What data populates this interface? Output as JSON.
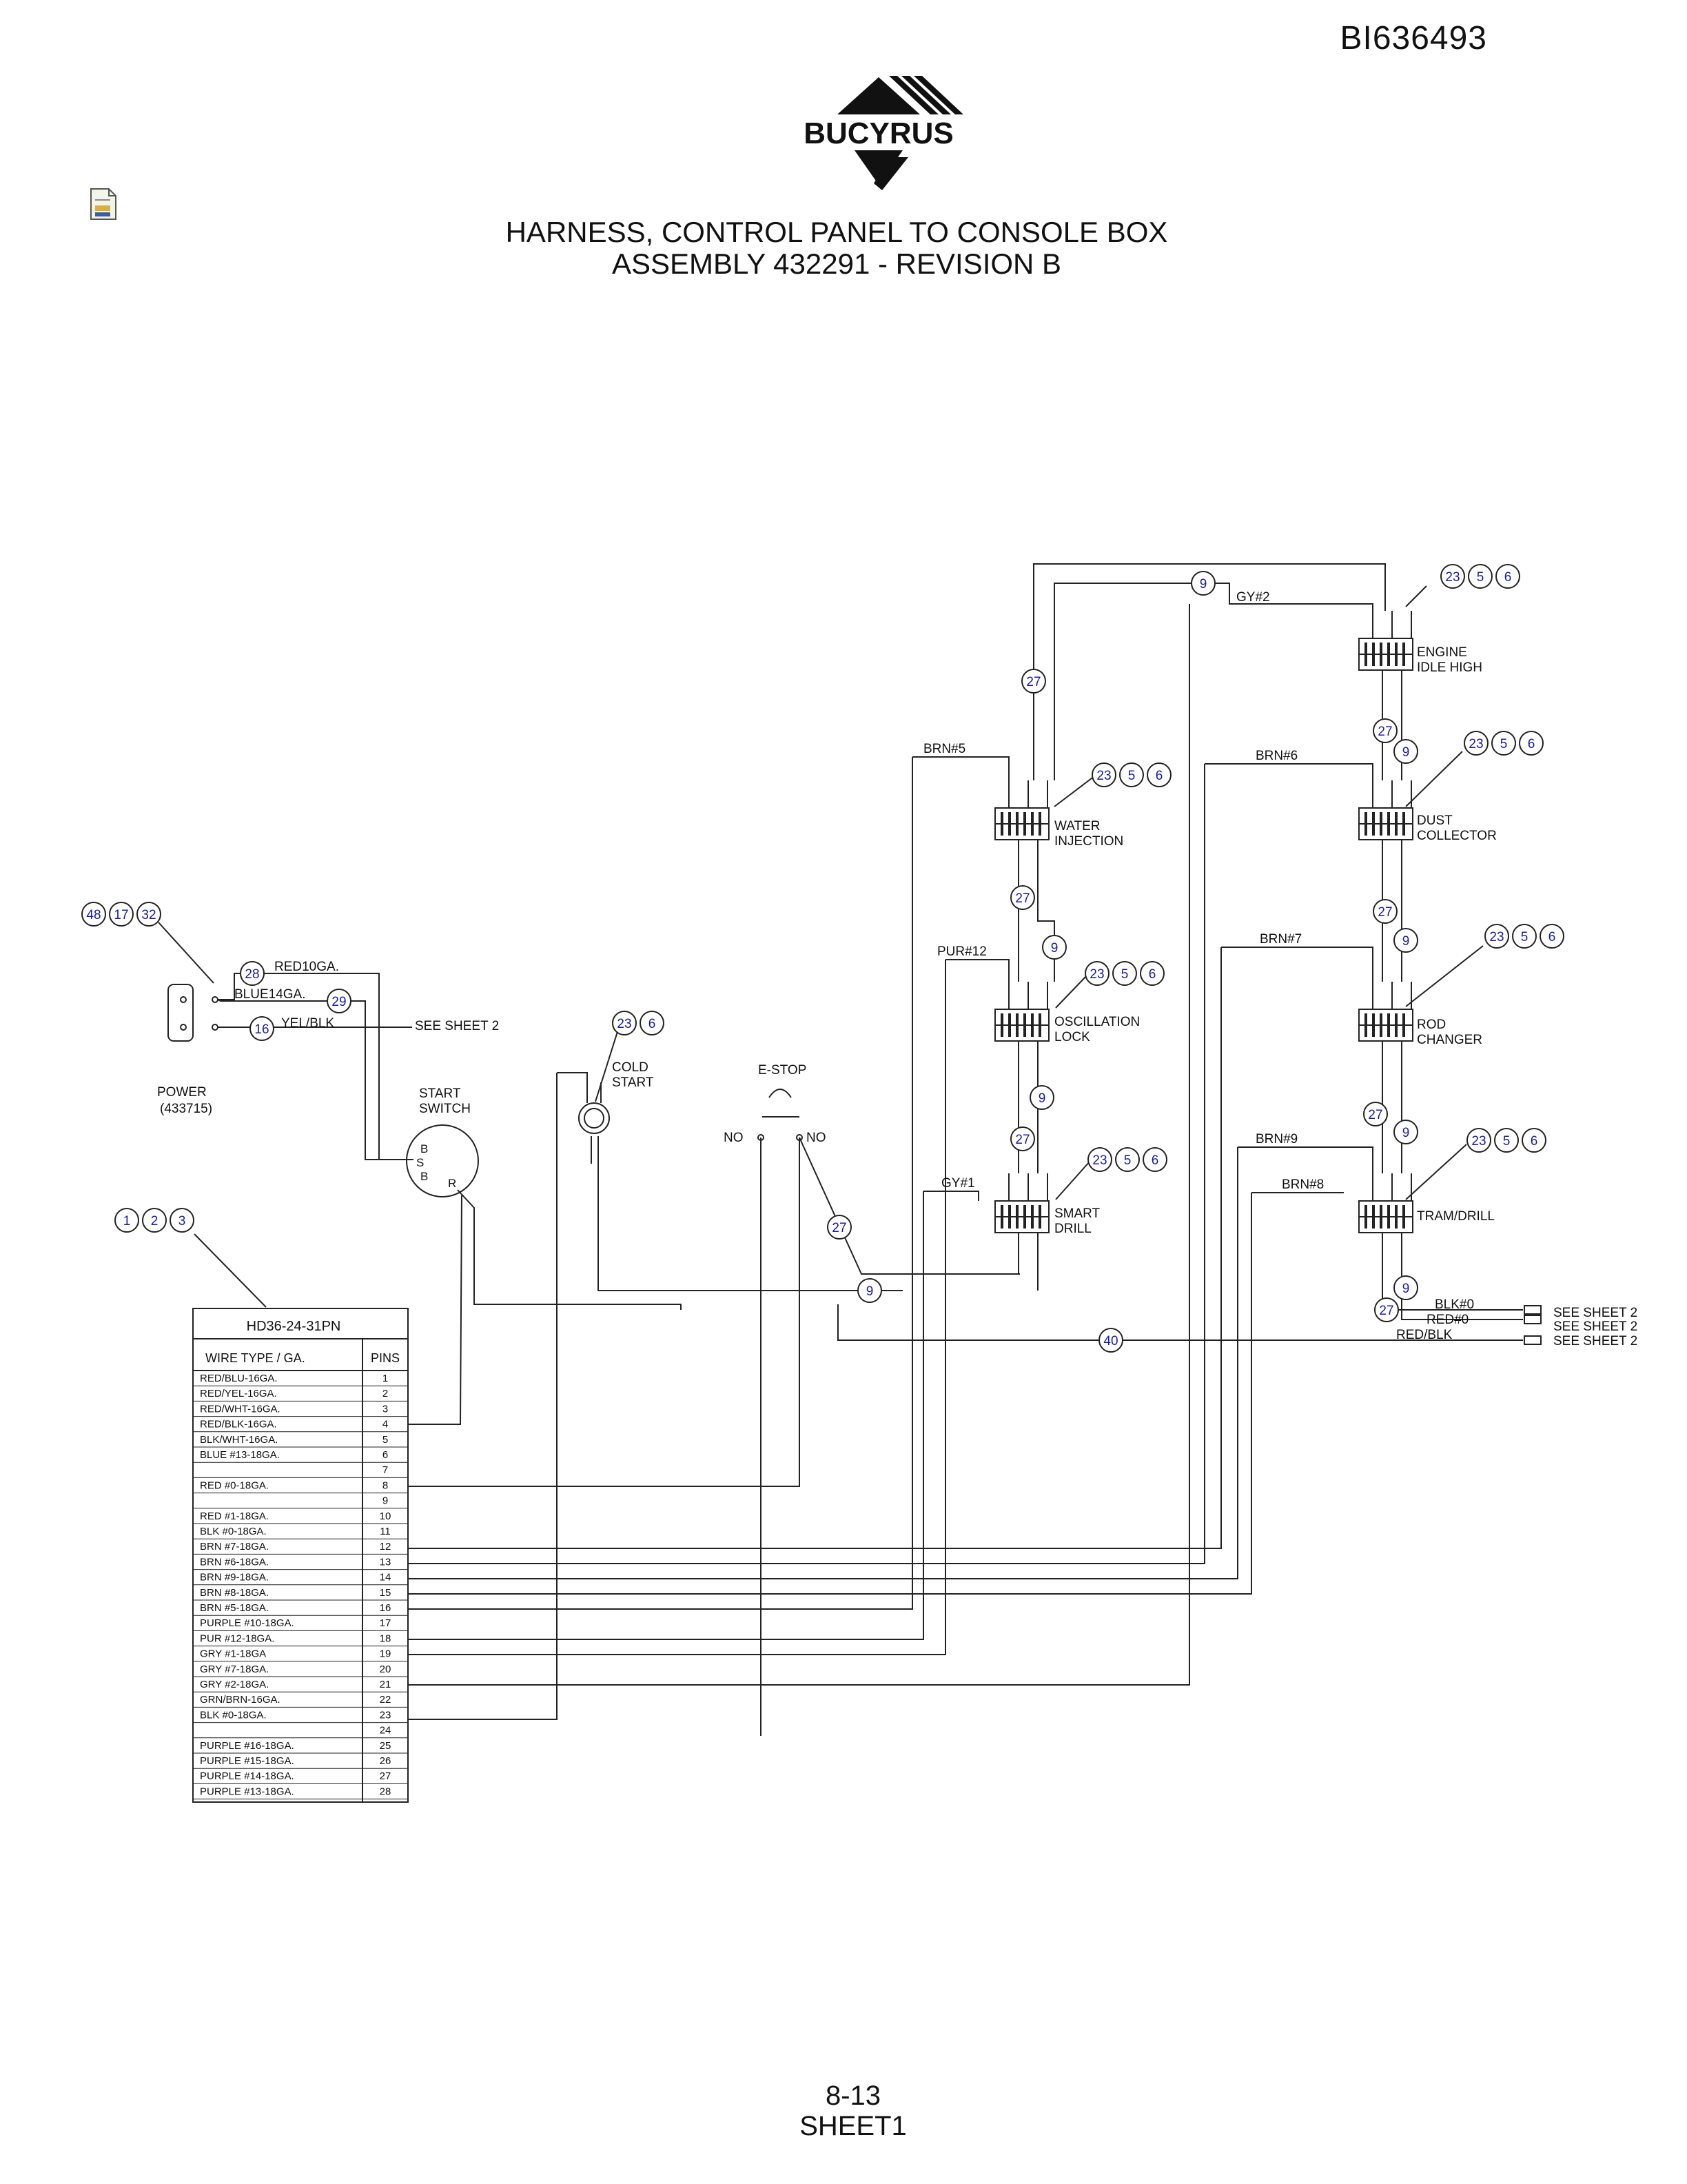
{
  "header": {
    "doc_id": "BI636493",
    "logo_text": "BUCYRUS",
    "title_line1": "HARNESS, CONTROL PANEL TO CONSOLE BOX",
    "title_line2": "ASSEMBLY 432291 - REVISION B"
  },
  "footer": {
    "page_number": "8-13",
    "sheet": "SHEET1"
  },
  "colors": {
    "line": "#222222",
    "balloon": "#1a1aa6",
    "text": "#111111"
  },
  "callouts": [
    [
      "48",
      "17",
      "32"
    ],
    [
      "1",
      "2",
      "3"
    ],
    [
      "28"
    ],
    [
      "29"
    ],
    [
      "16"
    ],
    [
      "23",
      "6"
    ],
    [
      "23",
      "5",
      "6"
    ],
    [
      "27"
    ],
    [
      "9"
    ],
    [
      "40"
    ]
  ],
  "labels": {
    "power": "POWER",
    "power_pn": "(433715)",
    "red_10ga": "RED10GA.",
    "blue_14ga": "BLUE14GA.",
    "yel_blk": "YEL/BLK",
    "see_sheet_2": "SEE  SHEET  2",
    "start_switch_1": "START",
    "start_switch_2": "SWITCH",
    "switch_b": "B",
    "switch_s": "S",
    "switch_b2": "B",
    "switch_r": "R",
    "cold_start_1": "COLD",
    "cold_start_2": "START",
    "estop": "E-STOP",
    "no": "NO",
    "no2": "NO",
    "water_1": "WATER",
    "water_2": "INJECTION",
    "osc_1": "OSCILLATION",
    "osc_2": "LOCK",
    "smart_1": "SMART",
    "smart_2": "DRILL",
    "engine_1": "ENGINE",
    "engine_2": "IDLE  HIGH",
    "dust_1": "DUST",
    "dust_2": "COLLECTOR",
    "rod_1": "ROD",
    "rod_2": "CHANGER",
    "tram": "TRAM/DRILL",
    "brn5": "BRN#5",
    "brn6": "BRN#6",
    "brn7": "BRN#7",
    "brn8": "BRN#8",
    "brn9": "BRN#9",
    "pur12": "PUR#12",
    "gy1": "GY#1",
    "gy2": "GY#2",
    "blk0": "BLK#0",
    "red0": "RED#0",
    "red_blk": "RED/BLK",
    "see_sheet_2a": "SEE  SHEET  2",
    "see_sheet_2b": "SEE  SHEET  2",
    "see_sheet_2c": "SEE  SHEET  2"
  },
  "connector_table": {
    "part_number": "HD36-24-31PN",
    "headers": [
      "WIRE  TYPE  /  GA.",
      "PINS"
    ],
    "rows": [
      [
        "RED/BLU-16GA.",
        "1"
      ],
      [
        "RED/YEL-16GA.",
        "2"
      ],
      [
        "RED/WHT-16GA.",
        "3"
      ],
      [
        "RED/BLK-16GA.",
        "4"
      ],
      [
        "BLK/WHT-16GA.",
        "5"
      ],
      [
        "BLUE #13-18GA.",
        "6"
      ],
      [
        "",
        "7"
      ],
      [
        "RED #0-18GA.",
        "8"
      ],
      [
        "",
        "9"
      ],
      [
        "RED #1-18GA.",
        "10"
      ],
      [
        "BLK #0-18GA.",
        "11"
      ],
      [
        "BRN #7-18GA.",
        "12"
      ],
      [
        "BRN #6-18GA.",
        "13"
      ],
      [
        "BRN #9-18GA.",
        "14"
      ],
      [
        "BRN #8-18GA.",
        "15"
      ],
      [
        "BRN #5-18GA.",
        "16"
      ],
      [
        "PURPLE #10-18GA.",
        "17"
      ],
      [
        "PUR #12-18GA.",
        "18"
      ],
      [
        "GRY #1-18GA",
        "19"
      ],
      [
        "GRY #7-18GA.",
        "20"
      ],
      [
        "GRY #2-18GA.",
        "21"
      ],
      [
        "GRN/BRN-16GA.",
        "22"
      ],
      [
        "BLK #0-18GA.",
        "23"
      ],
      [
        "",
        "24"
      ],
      [
        "PURPLE #16-18GA.",
        "25"
      ],
      [
        "PURPLE #15-18GA.",
        "26"
      ],
      [
        "PURPLE #14-18GA.",
        "27"
      ],
      [
        "PURPLE #13-18GA.",
        "28"
      ]
    ]
  }
}
